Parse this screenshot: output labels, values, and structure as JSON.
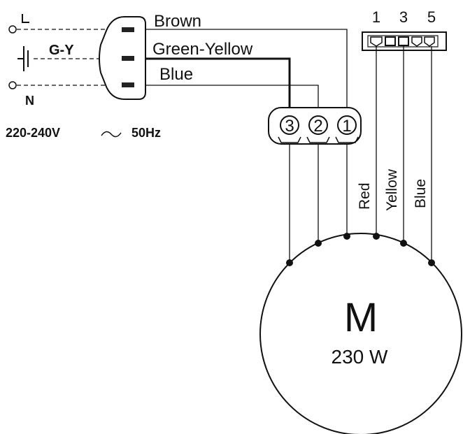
{
  "supply": {
    "line_label": "L",
    "earth_label": "G-Y",
    "neutral_label": "N",
    "rating": "220-240V",
    "frequency": "50Hz"
  },
  "wires": {
    "brown": "Brown",
    "green_yellow": "Green-Yellow",
    "blue": "Blue"
  },
  "terminal_block": {
    "terminals": [
      "3",
      "2",
      "1"
    ]
  },
  "speed_connector": {
    "numbers": [
      "1",
      "3",
      "5"
    ]
  },
  "speed_wires": [
    "Red",
    "Yellow",
    "Blue"
  ],
  "motor": {
    "symbol": "M",
    "power": "230 W"
  },
  "colors": {
    "line": "#111111",
    "background": "#ffffff"
  }
}
